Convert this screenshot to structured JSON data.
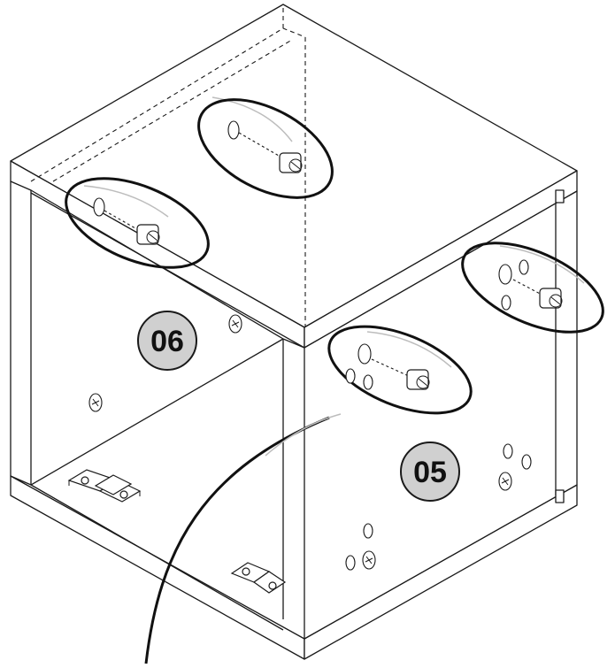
{
  "parts": [
    {
      "id": "side-panel",
      "label": "06",
      "fill": "#d0d0d0"
    },
    {
      "id": "front-panel",
      "label": "05",
      "fill": "#d0d0d0"
    }
  ],
  "callout_count": 4,
  "colors": {
    "line": "#1a1a1a",
    "badge_fill": "#d0d0d0",
    "background": "#ffffff"
  },
  "icons": [
    "cam-lock-icon",
    "dowel-hole-icon",
    "screw-icon",
    "hinge-plate-icon"
  ]
}
